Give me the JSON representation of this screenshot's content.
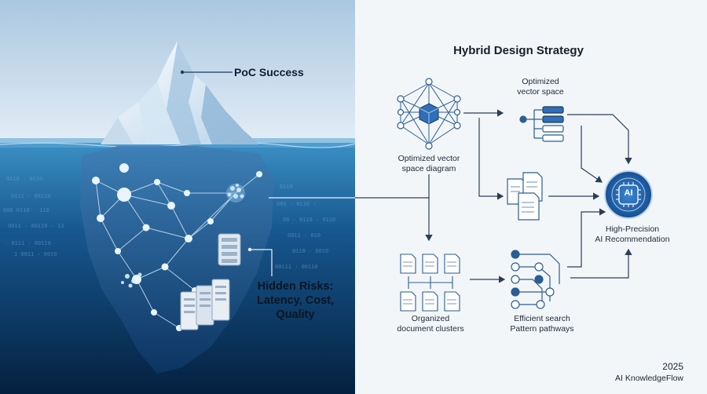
{
  "left": {
    "poc_label": "PoC Success",
    "risk_lines": [
      "Hidden Risks:",
      "Latency, Cost,",
      "Quality"
    ]
  },
  "right": {
    "title": "Hybrid Design Strategy",
    "vector_diagram_lines": [
      "Optimized vector",
      "space diagram"
    ],
    "vector_space_lines": [
      "Optimized",
      "vector space"
    ],
    "output_lines": [
      "High-Precision",
      "AI Recommendation"
    ],
    "clusters_lines": [
      "Organized",
      "document clusters"
    ],
    "search_lines": [
      "Efficient search",
      "Pattern pathways"
    ],
    "ai_badge": "AI"
  },
  "footer": {
    "year": "2025",
    "brand": "AI KnowledgeFlow"
  },
  "colors": {
    "sky": "#cfe0ef",
    "ocean_deep": "#062a52",
    "ocean_surface": "#2f7fb8",
    "accent_blue": "#2c6fb4",
    "dark_navy": "#1d3a5c",
    "panel_bg": "#f3f6f9"
  },
  "icons": [
    "iceberg-icon",
    "network-nodes-icon",
    "server-rack-icon",
    "cube-network-icon",
    "hierarchy-list-icon",
    "documents-icon",
    "document-cluster-icon",
    "search-pathway-icon",
    "ai-chip-icon"
  ]
}
